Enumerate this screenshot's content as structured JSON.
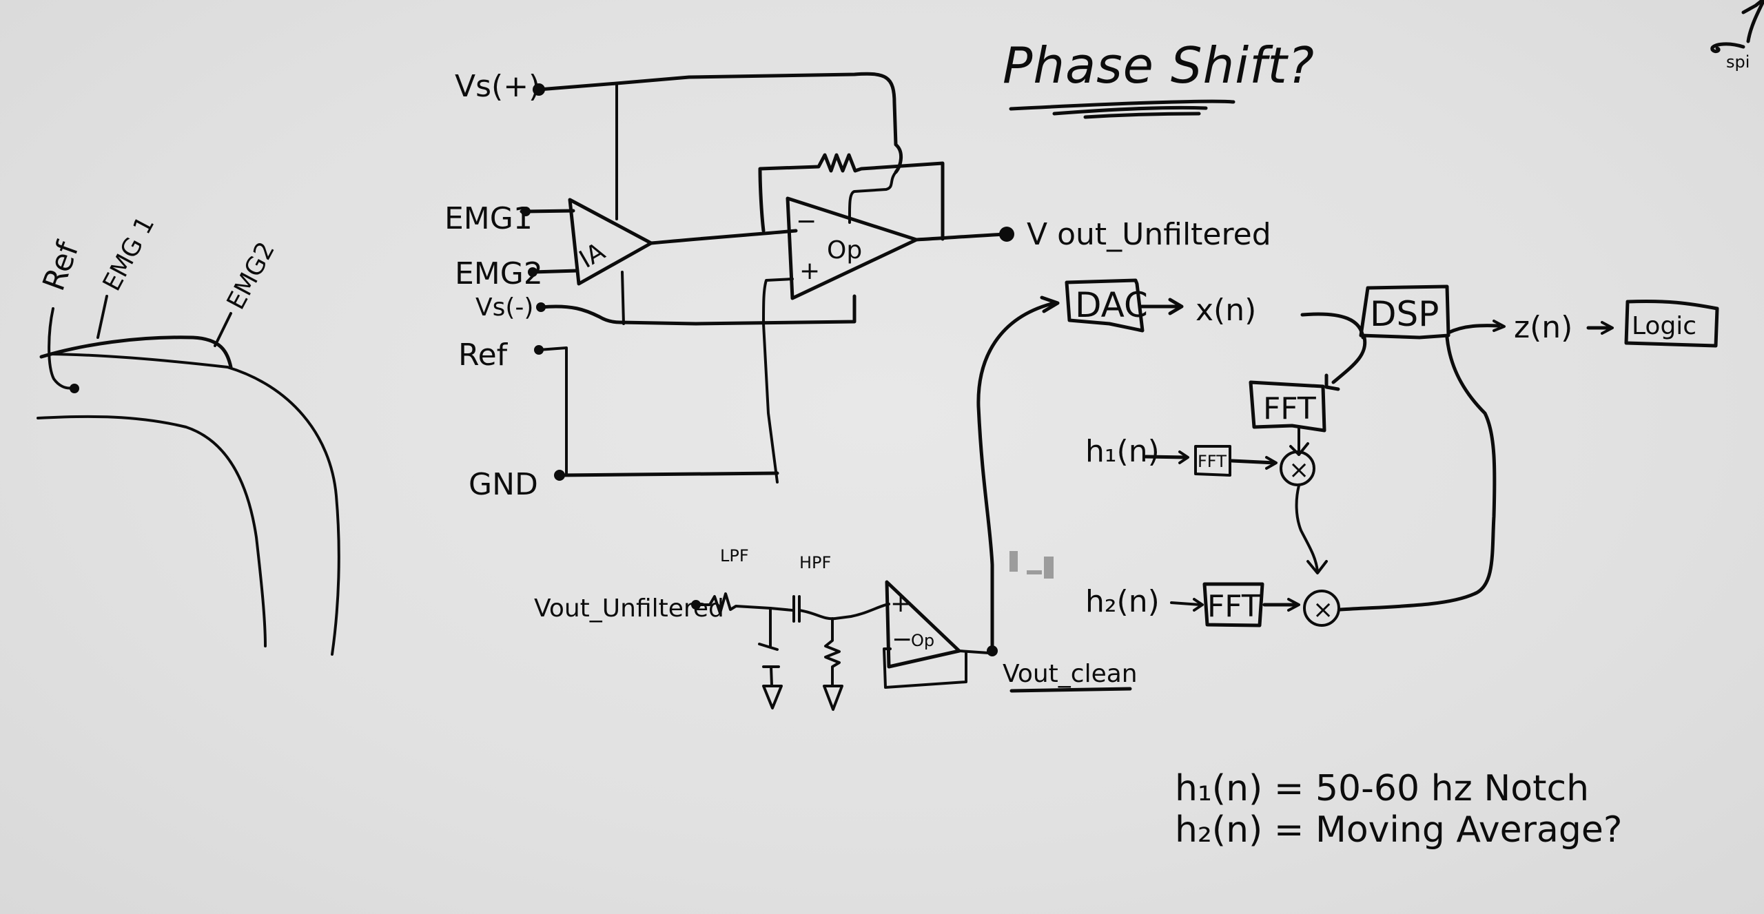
{
  "board": {
    "background_color": "#e2e2e2",
    "ink_color": "#0c0c0c",
    "title": "Phase Shift?"
  },
  "electrode_sketch": {
    "labels": [
      "Ref",
      "EMG 1",
      "EMG2"
    ]
  },
  "amplifier_circuit": {
    "inputs": [
      "Vs(+)",
      "EMG1",
      "EMG2",
      "Vs(-)",
      "Ref",
      "GND"
    ],
    "instrumentation_amp_label": "IA",
    "opamp_label": "Op",
    "opamp_plus": "+",
    "opamp_minus": "−",
    "output_label": "V out_Unfiltered"
  },
  "filter_circuit": {
    "input_label": "Vout_Unfiltered",
    "lpf_label": "LPF",
    "hpf_label": "HPF",
    "opamp_label": "Op",
    "opamp_plus": "+",
    "opamp_minus": "−",
    "output_label": "Vout_clean"
  },
  "dsp_chain": {
    "dac_label": "DAC",
    "x_signal": "x(n)",
    "dsp_label": "DSP",
    "z_signal": "z(n)",
    "logic_label": "Logic",
    "fft_main": "FFT",
    "h1_label": "h₁(n)",
    "h1_fft": "FFT",
    "h2_label": "h₂(n)",
    "h2_fft": "FFT",
    "multiply_symbol": "×"
  },
  "notes": {
    "line1": "h₁(n) = 50-60 hz Notch",
    "line2": "h₂(n) = Moving Average?"
  },
  "corner_fragment": {
    "text": "spi"
  }
}
